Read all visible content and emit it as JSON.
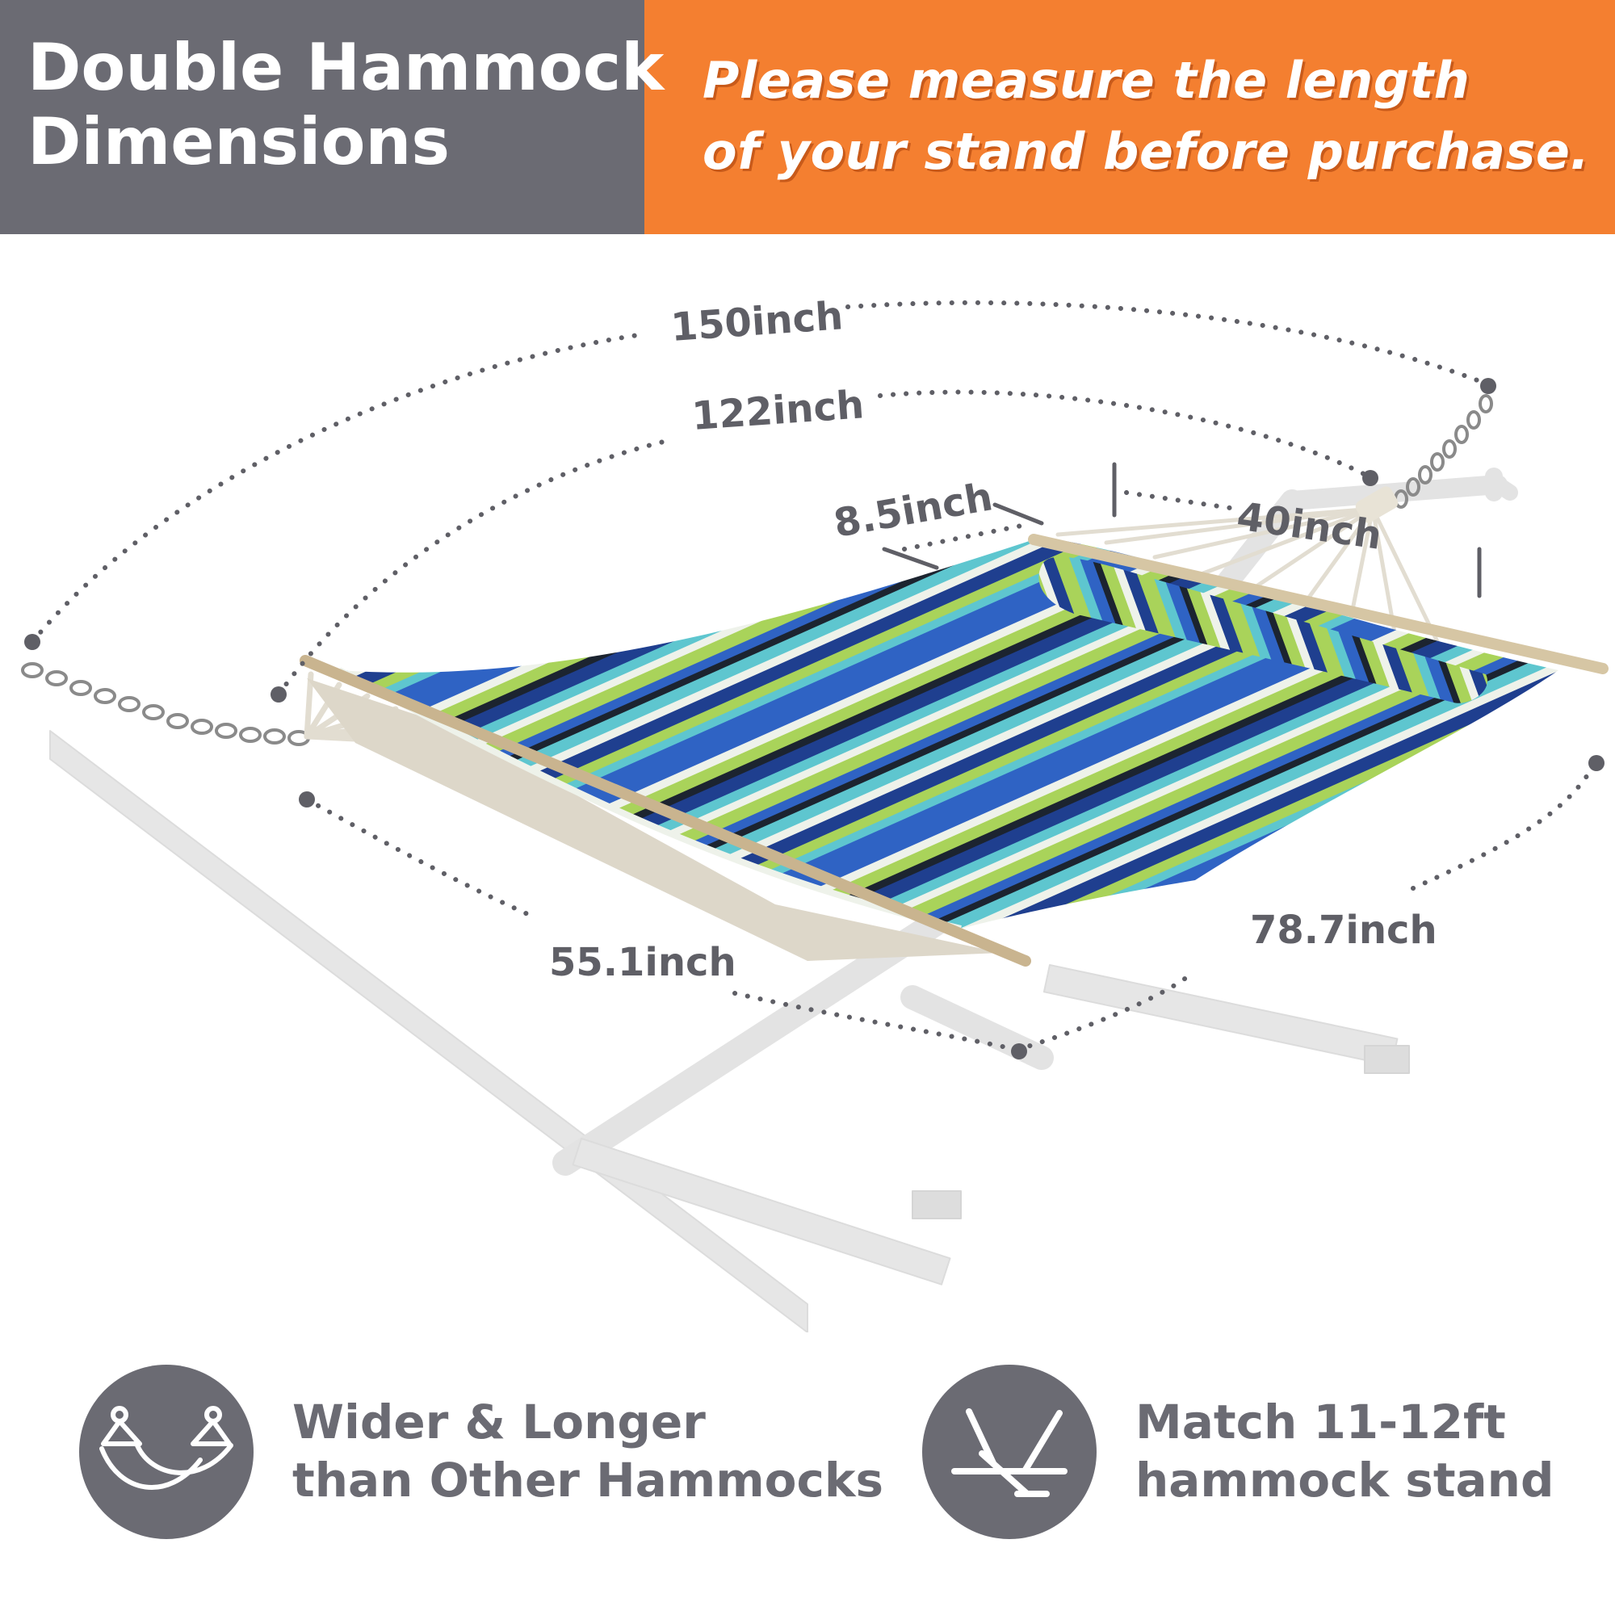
{
  "header": {
    "title_line1": "Double Hammock",
    "title_line2": "Dimensions",
    "notice_line1": "Please measure the length",
    "notice_line2": "of your stand before purchase."
  },
  "dimensions": {
    "overall_length": "150inch",
    "bed_length": "122inch",
    "pillow_width": "8.5inch",
    "pillow_length": "40inch",
    "bed_width": "55.1inch",
    "bed_length_side": "78.7inch"
  },
  "features": [
    {
      "icon": "hammock-icon",
      "line1": "Wider & Longer",
      "line2": "than Other Hammocks"
    },
    {
      "icon": "stand-icon",
      "line1": "Match 11-12ft",
      "line2": "hammock stand"
    }
  ],
  "colors": {
    "header_gray": "#6b6b73",
    "header_orange": "#f47f30",
    "stripe_navy": "#1f3f8f",
    "stripe_blue": "#2f63c4",
    "stripe_teal": "#5ec6cf",
    "stripe_green": "#a9d35a",
    "stripe_dark": "#1c2430",
    "stripe_white": "#eef2ea",
    "stand_gray": "#e3e3e3"
  }
}
